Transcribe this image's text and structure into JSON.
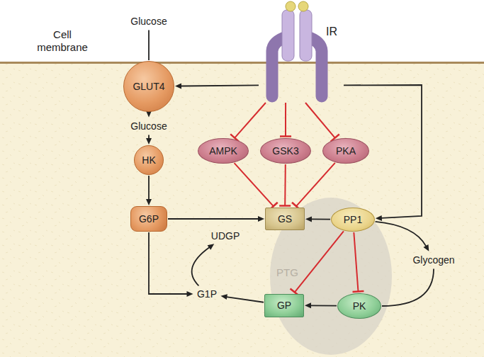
{
  "diagram": {
    "nodes": [
      {
        "text": [
          "Glucose"
        ]
      },
      {
        "text": [
          "IR"
        ]
      },
      {
        "text": [
          "GLUT4"
        ]
      },
      {
        "text": [
          "Glucose"
        ]
      },
      {
        "text": [
          "HK"
        ]
      },
      {
        "text": [
          "AMPK"
        ]
      },
      {
        "text": [
          "GSK3"
        ]
      },
      {
        "text": [
          "PKA"
        ]
      },
      {
        "text": [
          "G6P"
        ]
      },
      {
        "text": [
          "PTG"
        ]
      },
      {
        "text": [
          "GS"
        ],
        "in": 9
      },
      {
        "text": [
          "PP1"
        ],
        "in": 9
      },
      {
        "text": [
          "UDGP"
        ]
      },
      {
        "text": [
          "Glycogen"
        ]
      },
      {
        "text": [
          "G1P"
        ]
      },
      {
        "text": [
          "GP"
        ],
        "in": 9
      },
      {
        "text": [
          "PK"
        ],
        "in": 9
      }
    ],
    "edges": [
      {
        "from": 0,
        "to": 2,
        "arrow": "none"
      },
      {
        "from": 2,
        "to": 3,
        "arrow": "to"
      },
      {
        "from": 3,
        "to": 4,
        "arrow": "to"
      },
      {
        "from": 4,
        "to": 8,
        "arrow": "to"
      },
      {
        "from": 1,
        "to": 2,
        "arrow": "to"
      },
      {
        "from": 1,
        "to": 11,
        "arrow": "to"
      },
      {
        "from": 1,
        "to": 5,
        "arrow": "to"
      },
      {
        "from": 1,
        "to": 6,
        "arrow": "to"
      },
      {
        "from": 1,
        "to": 7,
        "arrow": "to"
      },
      {
        "from": 5,
        "to": 10,
        "arrow": "to"
      },
      {
        "from": 6,
        "to": 10,
        "arrow": "to"
      },
      {
        "from": 7,
        "to": 10,
        "arrow": "to"
      },
      {
        "from": 8,
        "to": 10,
        "arrow": "to"
      },
      {
        "from": 11,
        "to": 10,
        "arrow": "to"
      },
      {
        "from": 11,
        "to": 13,
        "arrow": "to"
      },
      {
        "from": 11,
        "to": 15,
        "arrow": "to"
      },
      {
        "from": 11,
        "to": 16,
        "arrow": "to"
      },
      {
        "from": 13,
        "to": 16,
        "arrow": "none"
      },
      {
        "from": 16,
        "to": 15,
        "arrow": "to"
      },
      {
        "from": 15,
        "to": 14,
        "arrow": "to"
      },
      {
        "from": 8,
        "to": 14,
        "arrow": "to"
      },
      {
        "from": 14,
        "to": 12,
        "arrow": "to"
      }
    ],
    "labels": [
      "Cell membrane"
    ]
  }
}
